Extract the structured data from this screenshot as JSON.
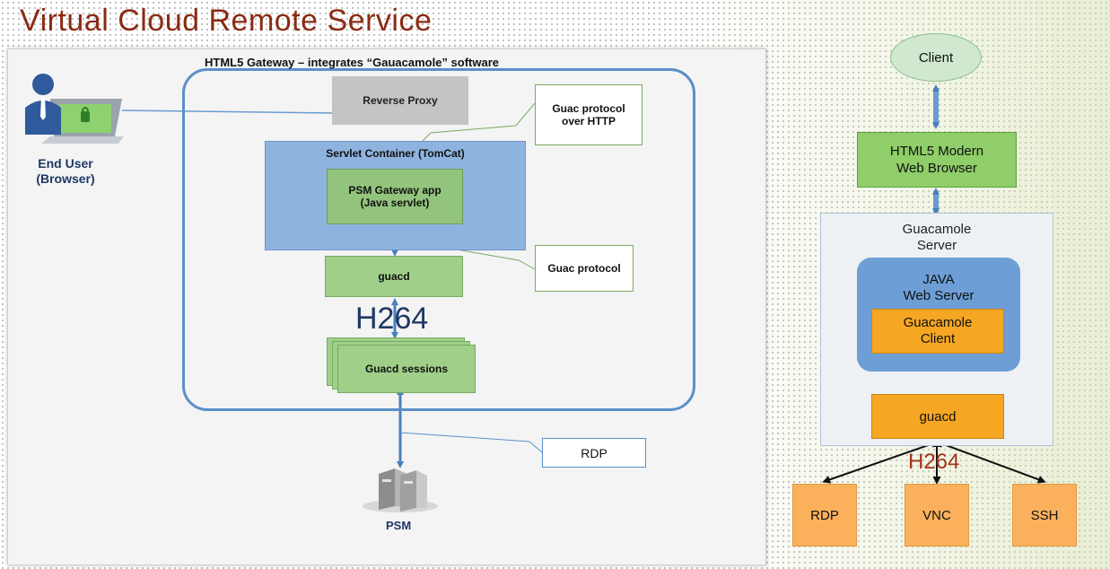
{
  "slide": {
    "title": "Virtual Cloud Remote Service"
  },
  "left": {
    "gateway_title": "HTML5 Gateway – integrates “Gauacamole” software",
    "end_user": "End User\n(Browser)",
    "reverse_proxy": "Reverse Proxy",
    "servlet_container": "Servlet Container (TomCat)",
    "psm_gateway_app": "PSM Gateway app\n(Java servlet)",
    "guacd": "guacd",
    "guacd_sessions": "Guacd sessions",
    "callout_http": "Guac protocol\nover HTTP",
    "callout_guac": "Guac protocol",
    "rdp": "RDP",
    "psm": "PSM",
    "h264": "H264"
  },
  "right": {
    "client": "Client",
    "browser": "HTML5 Modern\nWeb Browser",
    "guacamole_server": "Guacamole\nServer",
    "java_web_server": "JAVA\nWeb Server",
    "guacamole_client": "Guacamole\nClient",
    "guacd": "guacd",
    "h264": "H264",
    "protocols": [
      "RDP",
      "VNC",
      "SSH"
    ]
  },
  "colors": {
    "title": "#8a2a12",
    "gateway_border": "#5b8fc9",
    "green": "#93c47d",
    "orange": "#f5a623",
    "blue": "#6d9ed6"
  }
}
